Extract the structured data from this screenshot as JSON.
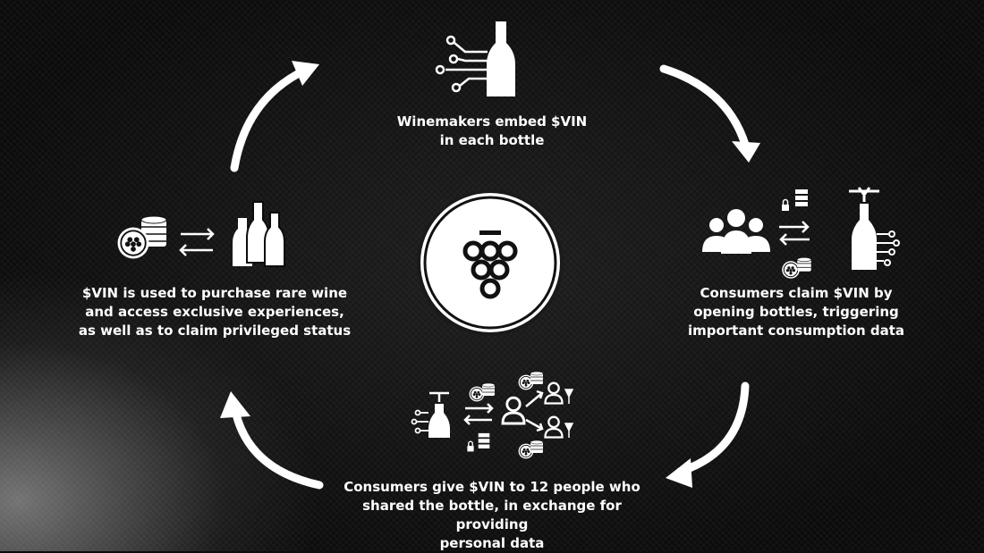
{
  "steps": {
    "top": "Winemakers embed $VIN\nin each bottle",
    "right": "Consumers claim $VIN by\nopening bottles, triggering\nimportant consumption data",
    "bottom": "Consumers give $VIN to 12 people who\nshared the bottle, in exchange for providing\npersonal data",
    "left": "$VIN is used to purchase rare wine\nand access exclusive experiences,\nas well as to claim privileged status"
  },
  "icons": {
    "center": "grape-logo-icon",
    "top": "bottle-circuit-icon",
    "right": "people-exchange-bottle-icon",
    "bottom": "share-with-people-icon",
    "left": "coin-exchange-bottles-icon"
  },
  "colors": {
    "background": "#0c0c0c",
    "foreground": "#ffffff"
  }
}
